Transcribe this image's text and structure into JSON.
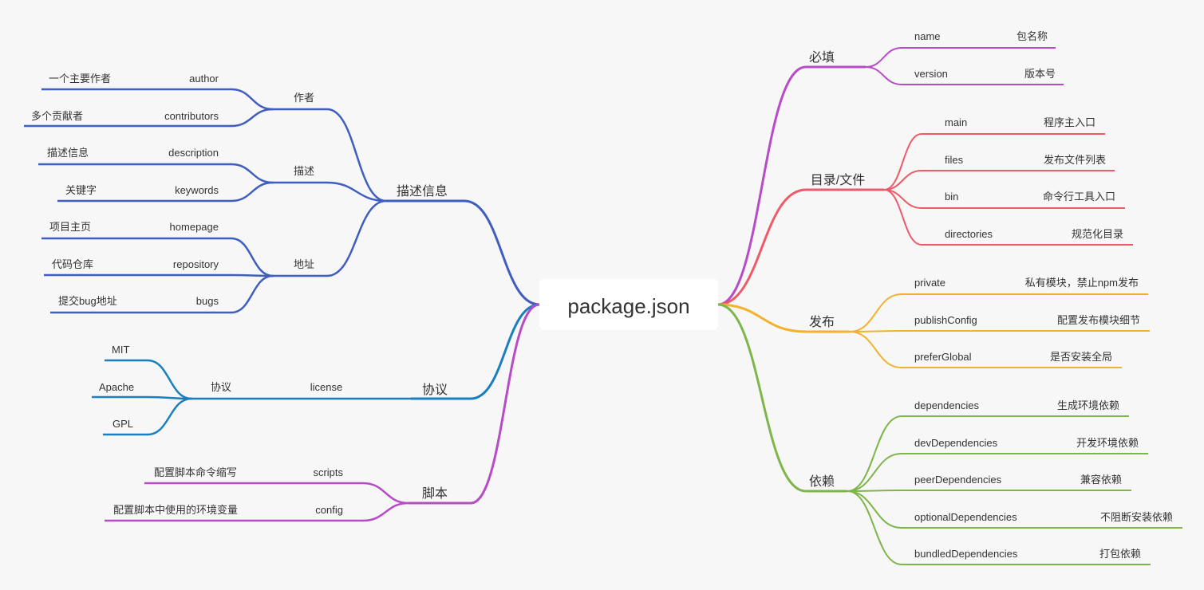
{
  "root": {
    "label": "package.json"
  },
  "colors": {
    "required": "#b84bc8",
    "dirs": "#ef5a68",
    "publish": "#f3b22d",
    "deps": "#7fb64a",
    "describe": "#3f5ebf",
    "license": "#1a7fbe",
    "scripts": "#b84bc8"
  },
  "right": {
    "required": {
      "label": "必填",
      "items": [
        {
          "key": "name",
          "desc": "包名称"
        },
        {
          "key": "version",
          "desc": "版本号"
        }
      ]
    },
    "dirs": {
      "label": "目录/文件",
      "items": [
        {
          "key": "main",
          "desc": "程序主入口"
        },
        {
          "key": "files",
          "desc": "发布文件列表"
        },
        {
          "key": "bin",
          "desc": "命令行工具入口"
        },
        {
          "key": "directories",
          "desc": "规范化目录"
        }
      ]
    },
    "publish": {
      "label": "发布",
      "items": [
        {
          "key": "private",
          "desc": "私有模块，禁止npm发布"
        },
        {
          "key": "publishConfig",
          "desc": "配置发布模块细节"
        },
        {
          "key": "preferGlobal",
          "desc": "是否安装全局"
        }
      ]
    },
    "deps": {
      "label": "依赖",
      "items": [
        {
          "key": "dependencies",
          "desc": "生成环境依赖"
        },
        {
          "key": "devDependencies",
          "desc": "开发环境依赖"
        },
        {
          "key": "peerDependencies",
          "desc": "兼容依赖"
        },
        {
          "key": "optionalDependencies",
          "desc": "不阻断安装依赖"
        },
        {
          "key": "bundledDependencies",
          "desc": "打包依赖"
        }
      ]
    }
  },
  "left": {
    "describe": {
      "label": "描述信息",
      "groups": [
        {
          "label": "作者",
          "items": [
            {
              "key": "author",
              "desc": "一个主要作者"
            },
            {
              "key": "contributors",
              "desc": "多个贡献者"
            }
          ]
        },
        {
          "label": "描述",
          "items": [
            {
              "key": "description",
              "desc": "描述信息"
            },
            {
              "key": "keywords",
              "desc": "关键字"
            }
          ]
        },
        {
          "label": "地址",
          "items": [
            {
              "key": "homepage",
              "desc": "项目主页"
            },
            {
              "key": "repository",
              "desc": "代码仓库"
            },
            {
              "key": "bugs",
              "desc": "提交bug地址"
            }
          ]
        }
      ]
    },
    "license": {
      "label": "协议",
      "key": "license",
      "group": "协议",
      "items": [
        "MIT",
        "Apache",
        "GPL"
      ]
    },
    "scripts": {
      "label": "脚本",
      "items": [
        {
          "key": "scripts",
          "desc": "配置脚本命令缩写"
        },
        {
          "key": "config",
          "desc": "配置脚本中使用的环境变量"
        }
      ]
    }
  }
}
